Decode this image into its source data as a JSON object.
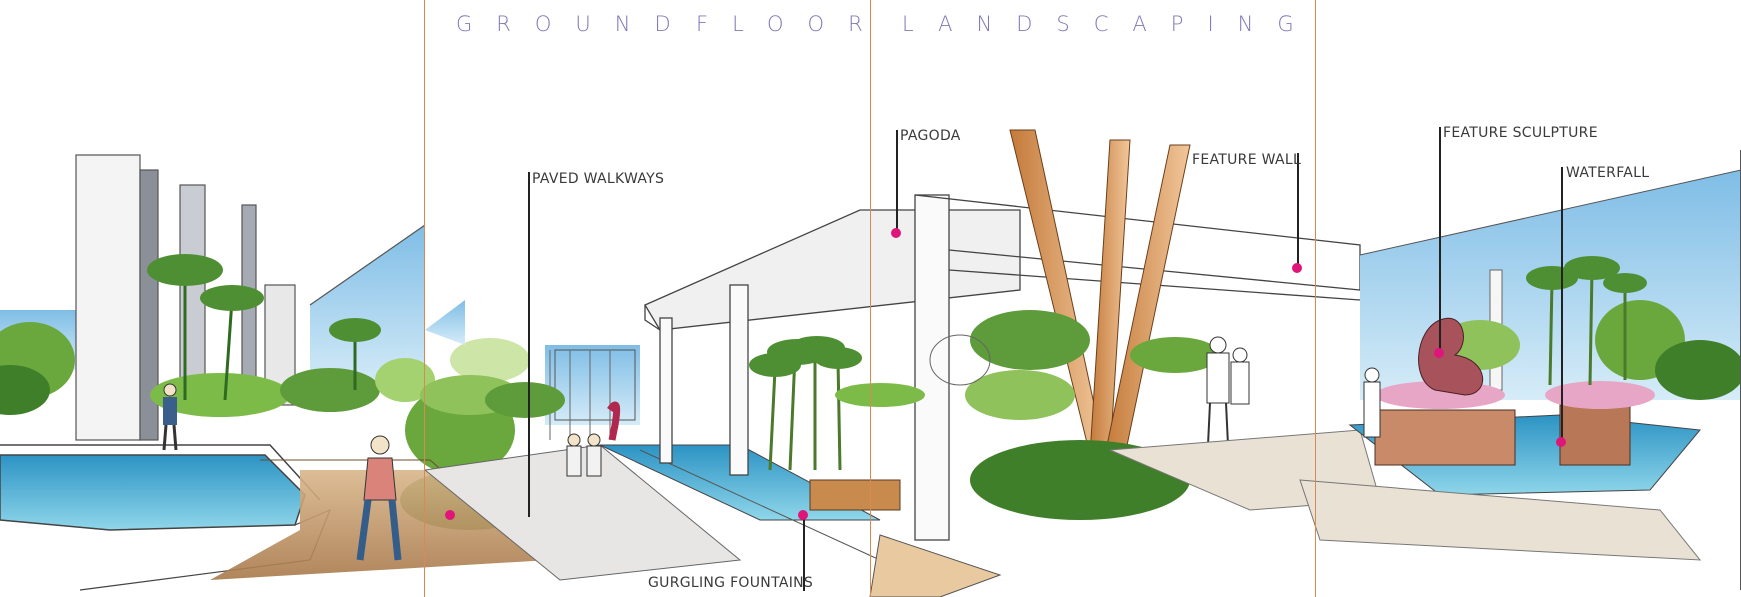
{
  "title": {
    "word1": "GROUND",
    "word2": "FLOOR",
    "word3": "LANDSCAPING"
  },
  "callouts": {
    "paved_walkways": "PAVED WALKWAYS",
    "gurgling_fountains": "GURGLING FOUNTAINS",
    "pagoda": "PAGODA",
    "feature_wall": "FEATURE WALL",
    "feature_sculpture": "FEATURE SCULPTURE",
    "waterfall": "WATERFALL"
  },
  "colors": {
    "title_text": "#7f78b8",
    "divider": "#d98a52",
    "marker": "#e0157a",
    "water": "#3fb4d6",
    "foliage": "#5e9b3a",
    "sky": "#8fc6e8"
  }
}
